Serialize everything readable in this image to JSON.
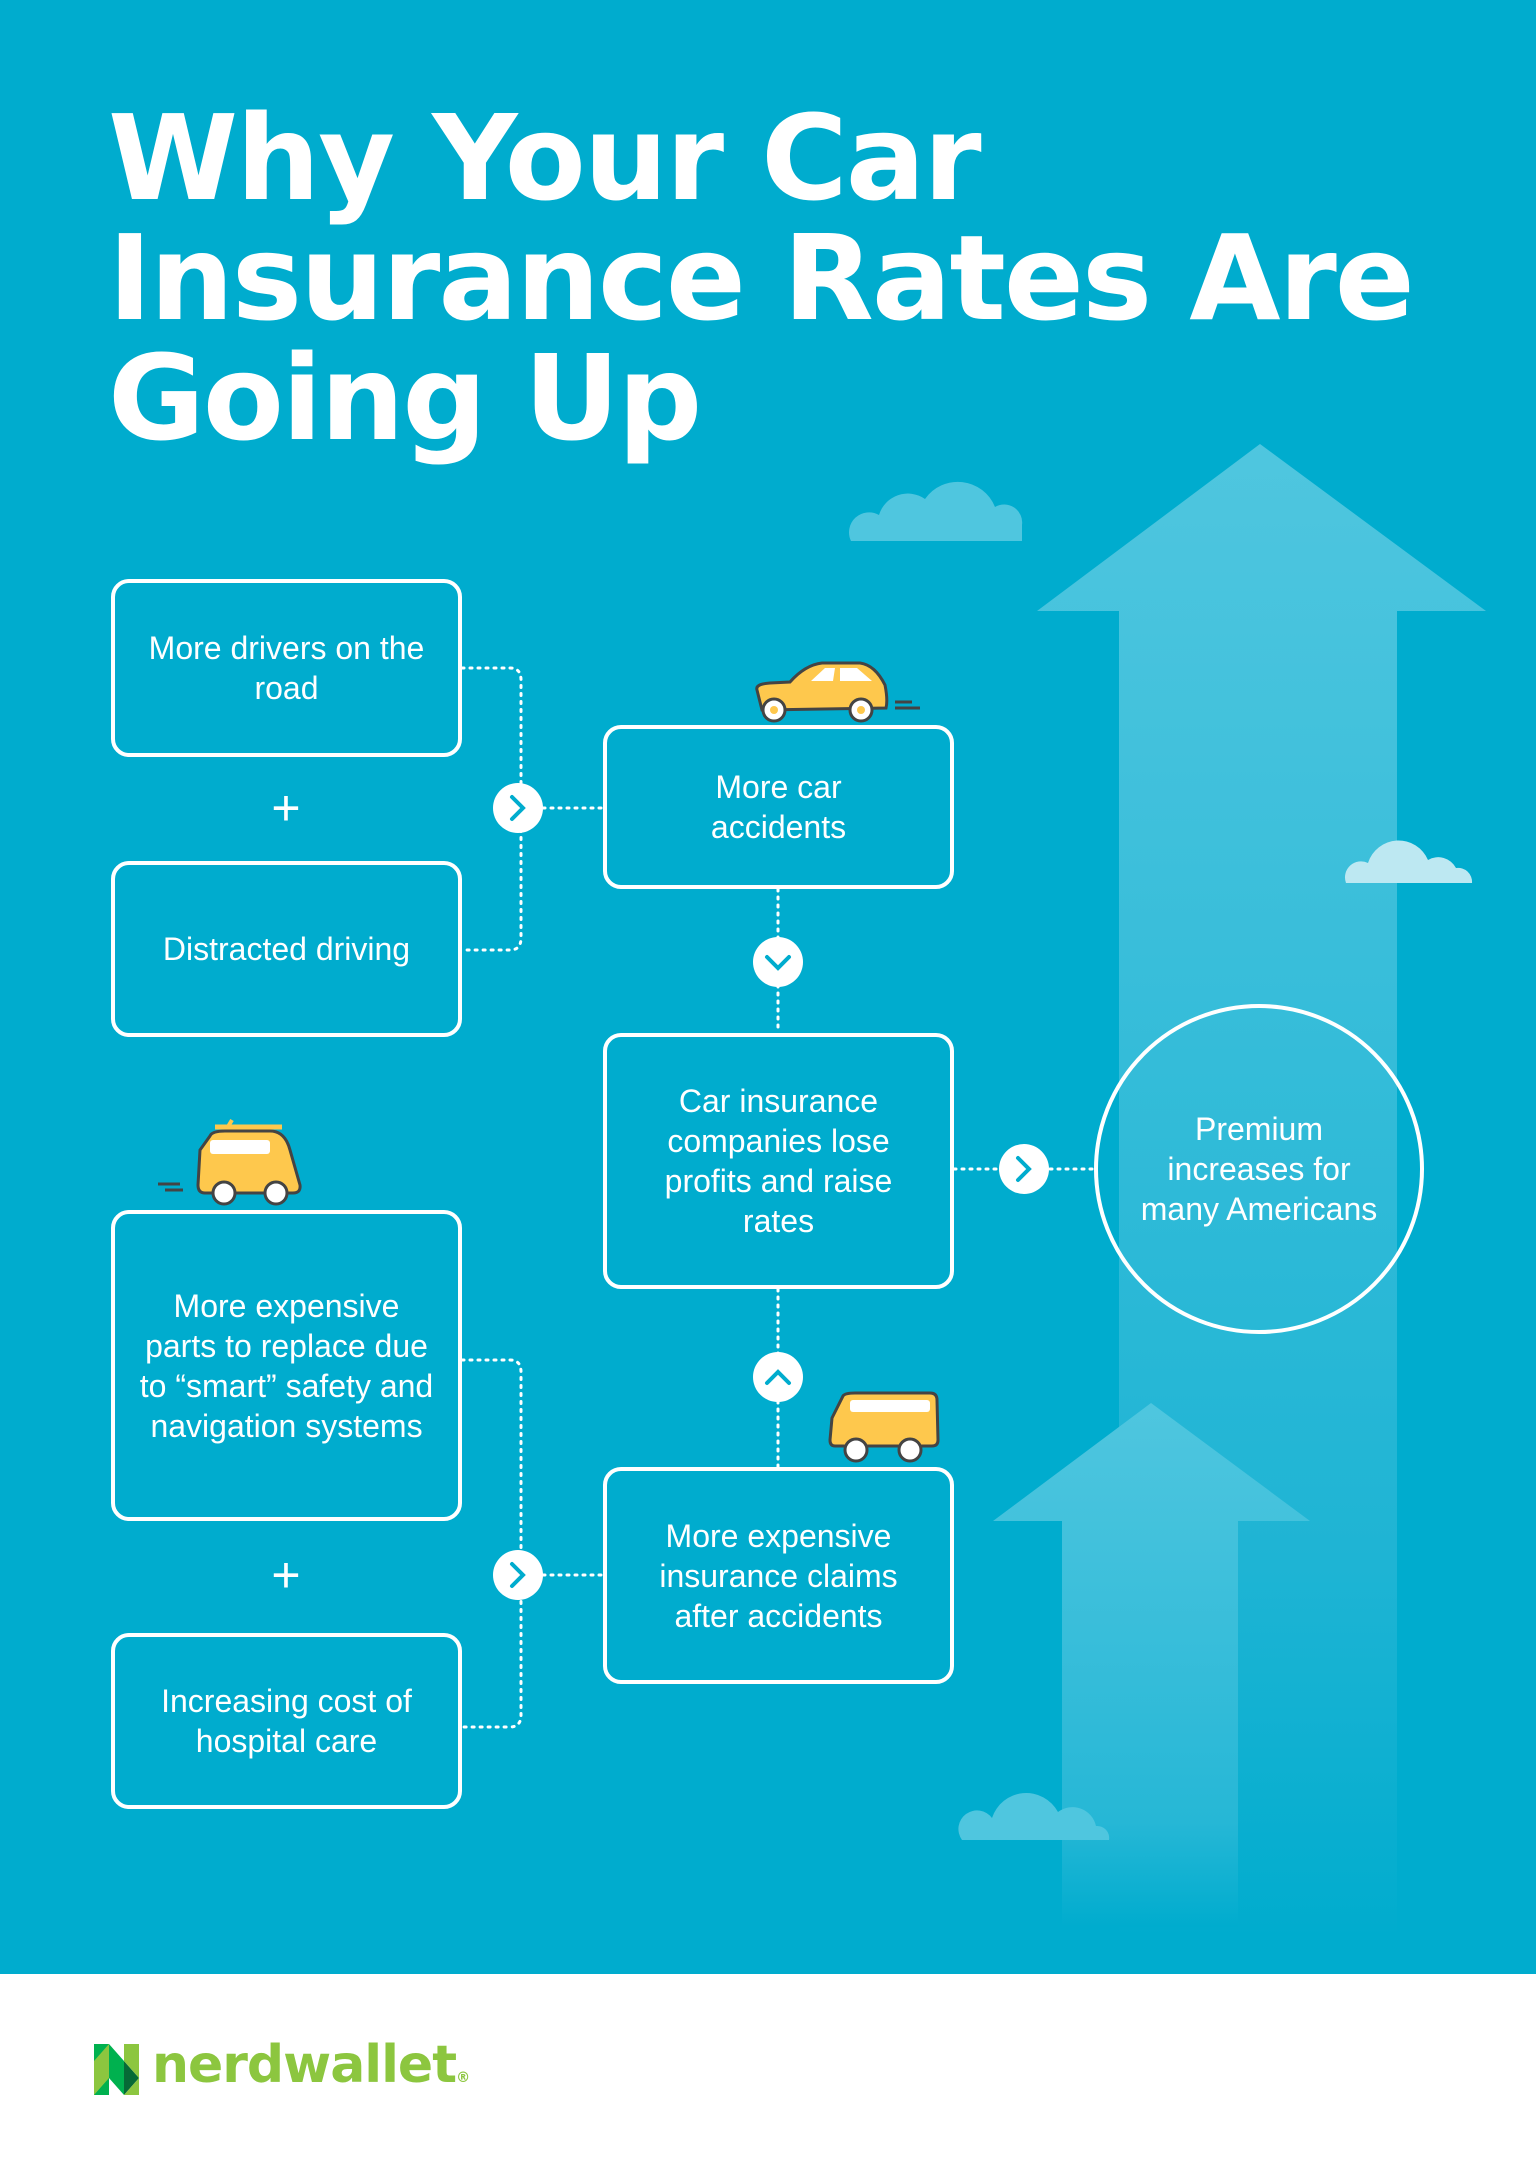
{
  "title": {
    "lines": [
      "Why Your Car",
      "Insurance Rates Are",
      "Going Up"
    ]
  },
  "boxes": {
    "more_drivers": "More drivers on the road",
    "distracted": "Distracted driving",
    "expensive_parts": "More expensive parts to replace due to “smart” safety and navigation systems",
    "hospital": "Increasing cost of hospital care",
    "accidents": "More car accidents",
    "lose_profits": "Car insurance companies lose profits and raise rates",
    "claims": "More expensive insurance claims after accidents"
  },
  "plus_symbol": "+",
  "result": "Premium increases for many Americans",
  "brand": {
    "name": "nerdwallet",
    "registered": "®"
  },
  "colors": {
    "background": "#00acce",
    "car": "#fec84d",
    "logo_green": "#8cc63f",
    "arrow": "#4fc6df"
  }
}
